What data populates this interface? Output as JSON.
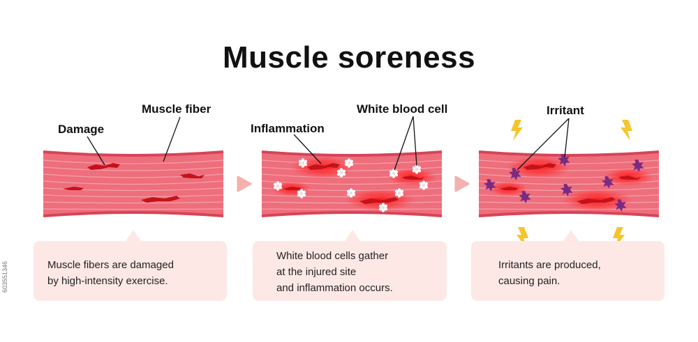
{
  "title": "Muscle soreness",
  "side_code": "603551346",
  "panels": [
    {
      "labels": [
        "Damage",
        "Muscle fiber"
      ],
      "caption": [
        "Muscle fibers are damaged",
        "by high-intensity exercise."
      ]
    },
    {
      "labels": [
        "Inflammation",
        "White blood cell"
      ],
      "caption": [
        "White blood cells gather",
        "at the injured site",
        "and inflammation occurs."
      ]
    },
    {
      "labels": [
        "Irritant"
      ],
      "caption": [
        "Irritants are produced,",
        "causing pain."
      ]
    }
  ],
  "colors": {
    "muscle": "#ee6e7c",
    "muscle_edge": "#d64457",
    "tear": "#c3121c",
    "inflammation_glow": "#ff1a1a",
    "wbc": "#ffffff",
    "irritant": "#7b2a83",
    "lightning": "#f5c52b",
    "callout": "#fde8e6",
    "arrow": "#f4b1ad"
  }
}
